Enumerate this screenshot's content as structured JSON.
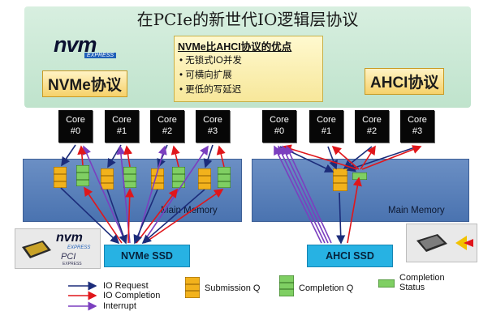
{
  "title": "在PCIe的新世代IO逻辑层协议",
  "nvme_logo": {
    "word": "nvm",
    "sub": "EXPRESS"
  },
  "protocols": {
    "left": "NVMe协议",
    "right": "AHCI协议"
  },
  "advantages": {
    "title": "NVMe比AHCI协议的优点",
    "items": [
      "无锁式IO并发",
      "可横向扩展",
      "更低的写延迟"
    ]
  },
  "cores_left": [
    {
      "line1": "Core",
      "line2": "#0"
    },
    {
      "line1": "Core",
      "line2": "#1"
    },
    {
      "line1": "Core",
      "line2": "#2"
    },
    {
      "line1": "Core",
      "line2": "#3"
    }
  ],
  "cores_right": [
    {
      "line1": "Core",
      "line2": "#0"
    },
    {
      "line1": "Core",
      "line2": "#1"
    },
    {
      "line1": "Core",
      "line2": "#2"
    },
    {
      "line1": "Core",
      "line2": "#3"
    }
  ],
  "memory_label": "Main Memory",
  "ssd_left": "NVMe SSD",
  "ssd_right": "AHCI SSD",
  "product_card": {
    "brand": "nvm",
    "brand_sub": "EXPRESS",
    "pci": "PCI",
    "pci_sub": "EXPRESS"
  },
  "legend": {
    "io_request": "IO Request",
    "io_completion": "IO Completion",
    "interrupt": "Interrupt",
    "submission_q": "Submission Q",
    "completion_q": "Completion Q",
    "completion_status": "Completion Status"
  },
  "colors": {
    "request": "#1c2c7a",
    "completion": "#e0161b",
    "interrupt": "#7b3fbf",
    "submission_q": "#f2b21c",
    "completion_q": "#7fcf63"
  }
}
